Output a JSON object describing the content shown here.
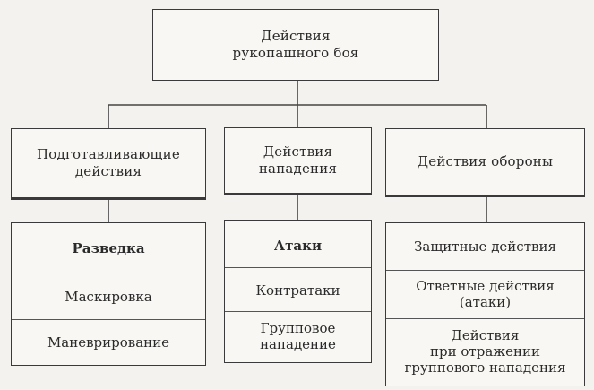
{
  "root": {
    "label": "Действия\nрукопашного боя"
  },
  "branches": [
    {
      "label": "Подготавливающие\nдействия",
      "items": [
        "Разведка",
        "Маскировка",
        "Маневрирование"
      ]
    },
    {
      "label": "Действия\nнападения",
      "items": [
        "Атаки",
        "Контратаки",
        "Групповое\nнападение"
      ]
    },
    {
      "label": "Действия обороны",
      "items": [
        "Защитные действия",
        "Ответные действия\n(атаки)",
        "Действия\nпри отражении\nгруппового нападения"
      ]
    }
  ]
}
